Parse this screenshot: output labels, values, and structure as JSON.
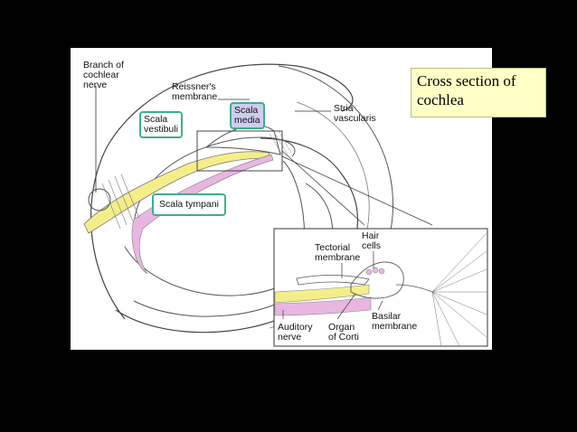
{
  "title": "Cross section of\ncochlea",
  "labels": {
    "branch_nerve": "Branch of\ncochlear\nnerve",
    "reissner": "Reissner's\nmembrane",
    "stria": "Stria\nvascularis",
    "tectorial": "Tectorial\nmembrane",
    "hair_cells": "Hair\ncells",
    "basilar": "Basilar\nmembrane",
    "auditory_nerve": "Auditory\nnerve",
    "organ_corti": "Organ\nof Corti"
  },
  "boxes": {
    "scala_vestibuli": "Scala\nvestibuli",
    "scala_media": "Scala\nmedia",
    "scala_tympani": "Scala tympani"
  },
  "colors": {
    "box_border": "#3bb08c",
    "media_fill": "#cfcdf0",
    "title_bg": "#ffffc6",
    "nerve_yellow": "#f4ee8a",
    "membrane_pink": "#e9b6e2"
  }
}
